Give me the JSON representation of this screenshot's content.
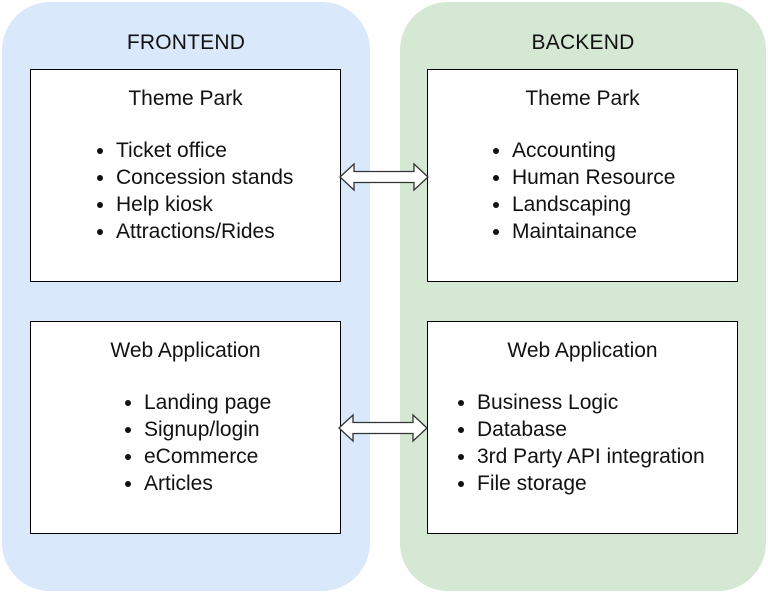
{
  "colors": {
    "frontend_panel": "#dae8fc",
    "backend_panel": "#d5e8d4",
    "box_fill": "#ffffff",
    "box_border": "#000000",
    "arrow_fill": "#ffffff",
    "arrow_stroke": "#333333"
  },
  "frontend": {
    "title": "FRONTEND",
    "theme_park": {
      "title": "Theme Park",
      "items": [
        "Ticket office",
        "Concession stands",
        "Help kiosk",
        "Attractions/Rides"
      ]
    },
    "web_application": {
      "title": "Web Application",
      "items": [
        "Landing page",
        "Signup/login",
        "eCommerce",
        "Articles"
      ]
    }
  },
  "backend": {
    "title": "BACKEND",
    "theme_park": {
      "title": "Theme Park",
      "items": [
        "Accounting",
        "Human Resource",
        "Landscaping",
        "Maintainance"
      ]
    },
    "web_application": {
      "title": "Web Application",
      "items": [
        "Business Logic",
        "Database",
        "3rd Party API integration",
        "File storage"
      ]
    }
  },
  "connectors": [
    {
      "from": "frontend.theme_park",
      "to": "backend.theme_park",
      "type": "bidirectional-arrow"
    },
    {
      "from": "frontend.web_application",
      "to": "backend.web_application",
      "type": "bidirectional-arrow"
    }
  ]
}
